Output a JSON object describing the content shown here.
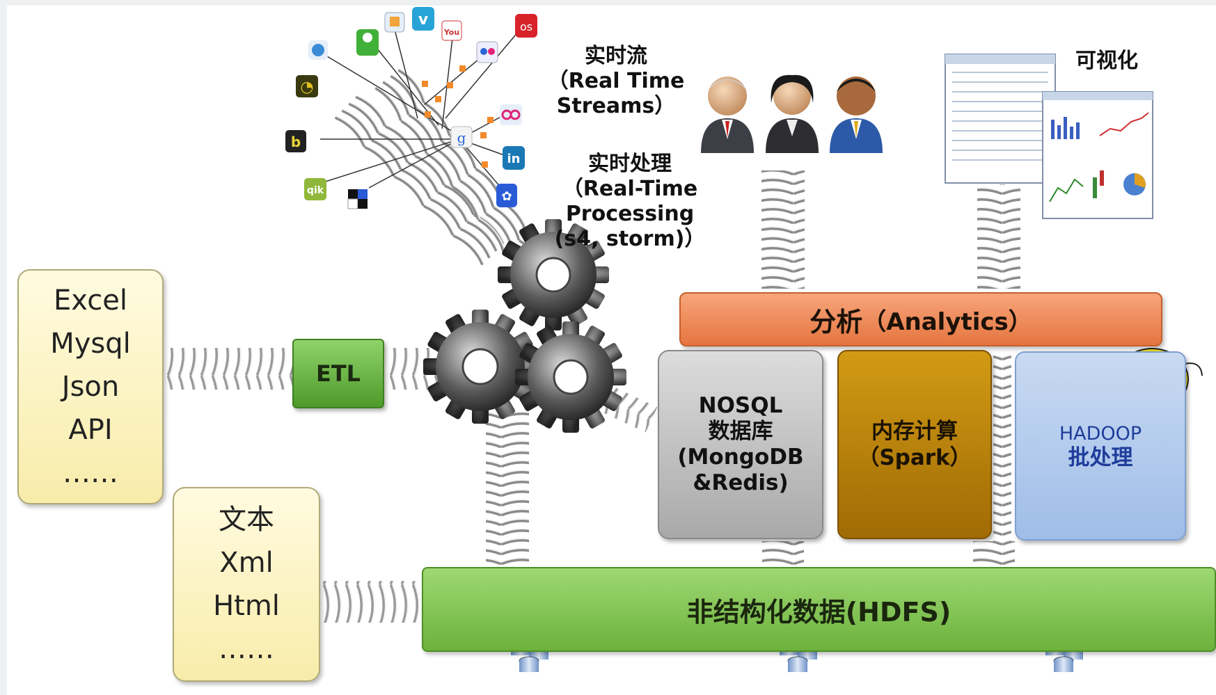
{
  "sources": {
    "structured": [
      "Excel",
      "Mysql",
      "Json",
      "API",
      "……"
    ],
    "unstructured": [
      "文本",
      "Xml",
      "Html",
      "……"
    ]
  },
  "etl": "ETL",
  "realtime_streams": [
    "实时流",
    "（Real Time",
    "Streams）"
  ],
  "realtime_processing": [
    "实时处理",
    "（Real-Time",
    "Processing",
    "(s4, storm)）"
  ],
  "visualization": "可视化",
  "analytics": {
    "zh": "分析",
    "en": "（Analytics）"
  },
  "nosql": [
    "NOSQL",
    "数据库",
    "(MongoDB",
    "&Redis)"
  ],
  "memory": [
    "内存计算",
    "（Spark）"
  ],
  "hadoop": [
    "HADOOP",
    "批处理"
  ],
  "hdfs": "非结构化数据(HDFS)",
  "social_icons": [
    "rss-icon",
    "bebo-icon",
    "qik-icon",
    "delicious-icon",
    "bird-icon",
    "green-person-icon",
    "flickr-icon",
    "vimeo-icon",
    "youtube-icon",
    "lastfm-icon",
    "google-icon",
    "linkedin-icon",
    "foursquare-icon",
    "cc-icon"
  ],
  "colors": {
    "source_box": "#f8ecaa",
    "etl": "#5fae34",
    "analytics": "#e9814f",
    "nosql": "#bdbdbd",
    "spark": "#b57a0a",
    "hadoop": "#b0c9ec",
    "hdfs": "#7fc14b",
    "elephant": "#f4e21a"
  }
}
